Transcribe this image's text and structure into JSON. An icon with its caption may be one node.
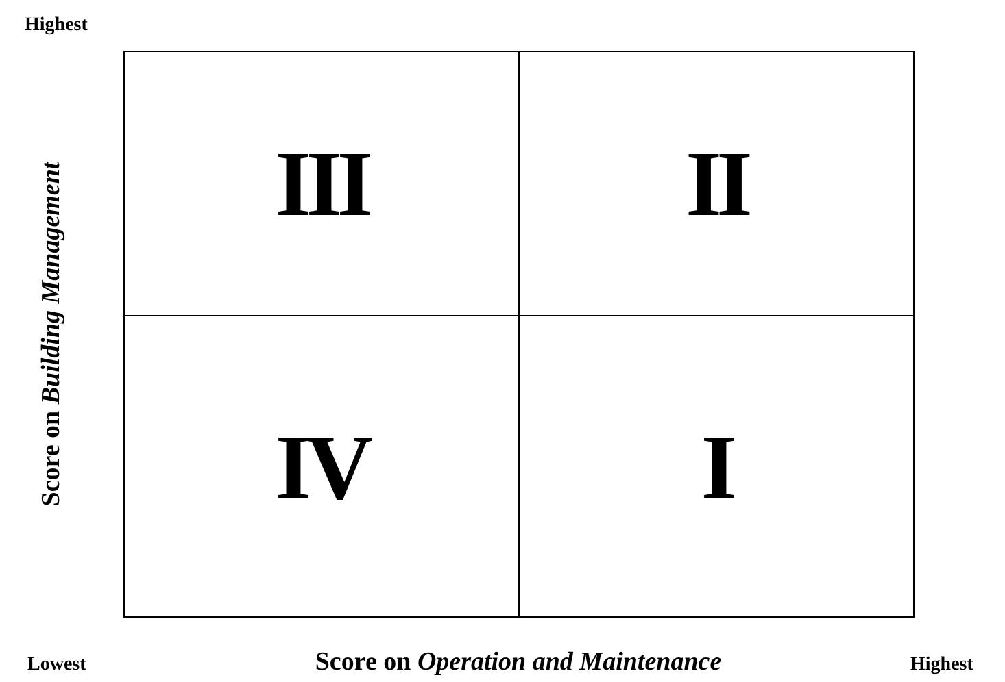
{
  "diagram": {
    "nodes": [
      {
        "text": [
          "III"
        ]
      },
      {
        "text": [
          "II"
        ]
      },
      {
        "text": [
          "IV"
        ]
      },
      {
        "text": [
          "I"
        ]
      }
    ],
    "labels": [
      "Highest",
      "Score on *Building Management*",
      "Lowest",
      "Highest",
      "Score on *Operation and Maintenance*"
    ]
  }
}
